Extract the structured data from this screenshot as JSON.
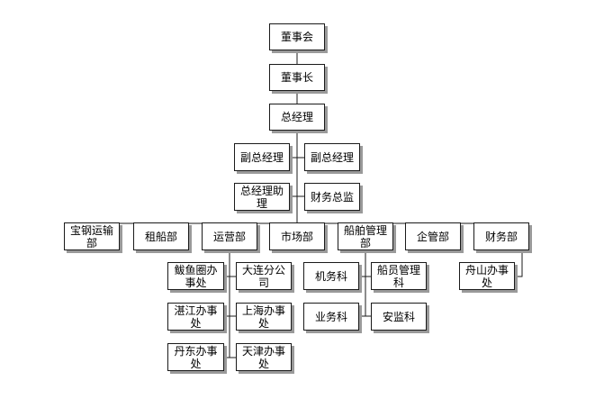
{
  "org": {
    "chairman_board": "董事会",
    "chairman": "董事长",
    "general_manager": "总经理",
    "deputy_gm_left": "副总经理",
    "deputy_gm_right": "副总经理",
    "gm_assistant": "总经理助理",
    "finance_director": "财务总监",
    "departments": [
      "宝钢运输部",
      "租船部",
      "运营部",
      "市场部",
      "船舶管理部",
      "企管部",
      "财务部"
    ],
    "operations_offices_left": [
      "鲅鱼圈办事处",
      "湛江办事处",
      "丹东办事处"
    ],
    "operations_offices_right": [
      "大连分公司",
      "上海办事处",
      "天津办事处"
    ],
    "ship_mgmt_left": [
      "机务科",
      "业务科"
    ],
    "ship_mgmt_right": [
      "船员管理科",
      "安监科"
    ],
    "finance_offices": [
      "舟山办事处"
    ]
  }
}
